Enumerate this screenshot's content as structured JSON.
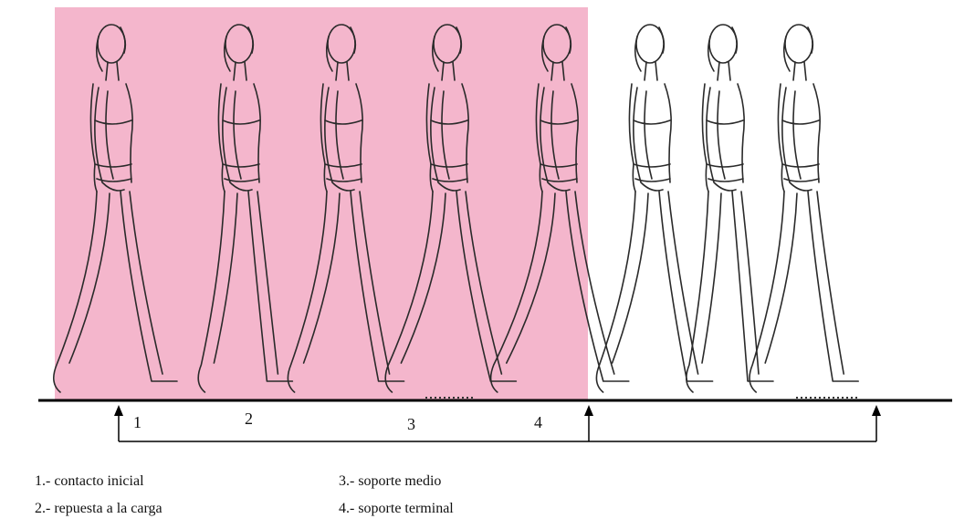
{
  "diagram": {
    "phase_numbers": [
      "1",
      "2",
      "3",
      "4"
    ],
    "legend": [
      "1.- contacto inicial",
      "2.- repuesta a la carga",
      "3.- soporte medio",
      "4.- soporte terminal"
    ],
    "colors": {
      "stance_highlight": "#f4b6cc",
      "line": "#000000",
      "figure_stroke": "#2a2a2a"
    },
    "figures": {
      "highlighted_count": 5,
      "plain_count": 3
    }
  }
}
